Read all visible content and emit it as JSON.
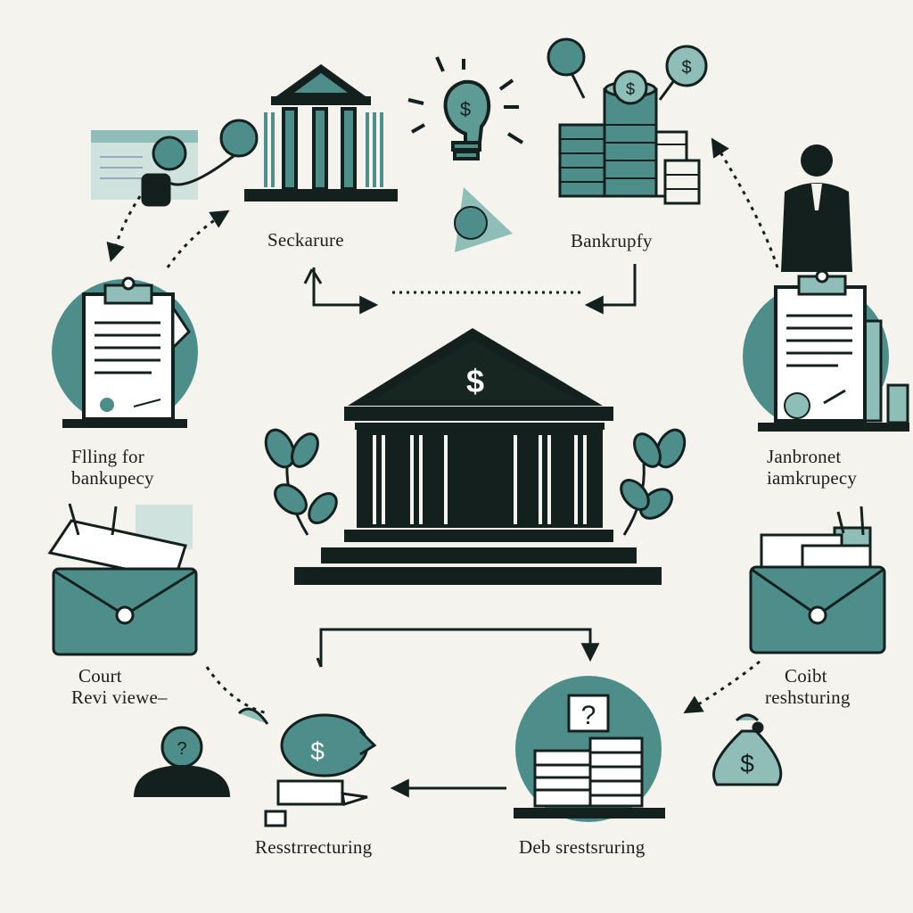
{
  "labels": {
    "top_left": "Seckarure",
    "top_right": "Bankrupfy",
    "left_upper_line1": "Flling for",
    "left_upper_line2": "bankupecy",
    "right_upper_line1": "Janbronet",
    "right_upper_line2": "iamkrupecy",
    "left_lower_line1": "Court",
    "left_lower_line2": "Revi viewe–",
    "right_lower_line1": "Coibt",
    "right_lower_line2": "reshsturing",
    "bottom_left": "Resstrrecturing",
    "bottom_right": "Deb srestsruring"
  },
  "symbols": {
    "currency": "$",
    "question": "?"
  },
  "colors": {
    "background": "#f4f3ee",
    "teal": "#4e8e8a",
    "teal_light": "#8fbdb8",
    "dark": "#14201d",
    "paper": "#ffffff"
  }
}
